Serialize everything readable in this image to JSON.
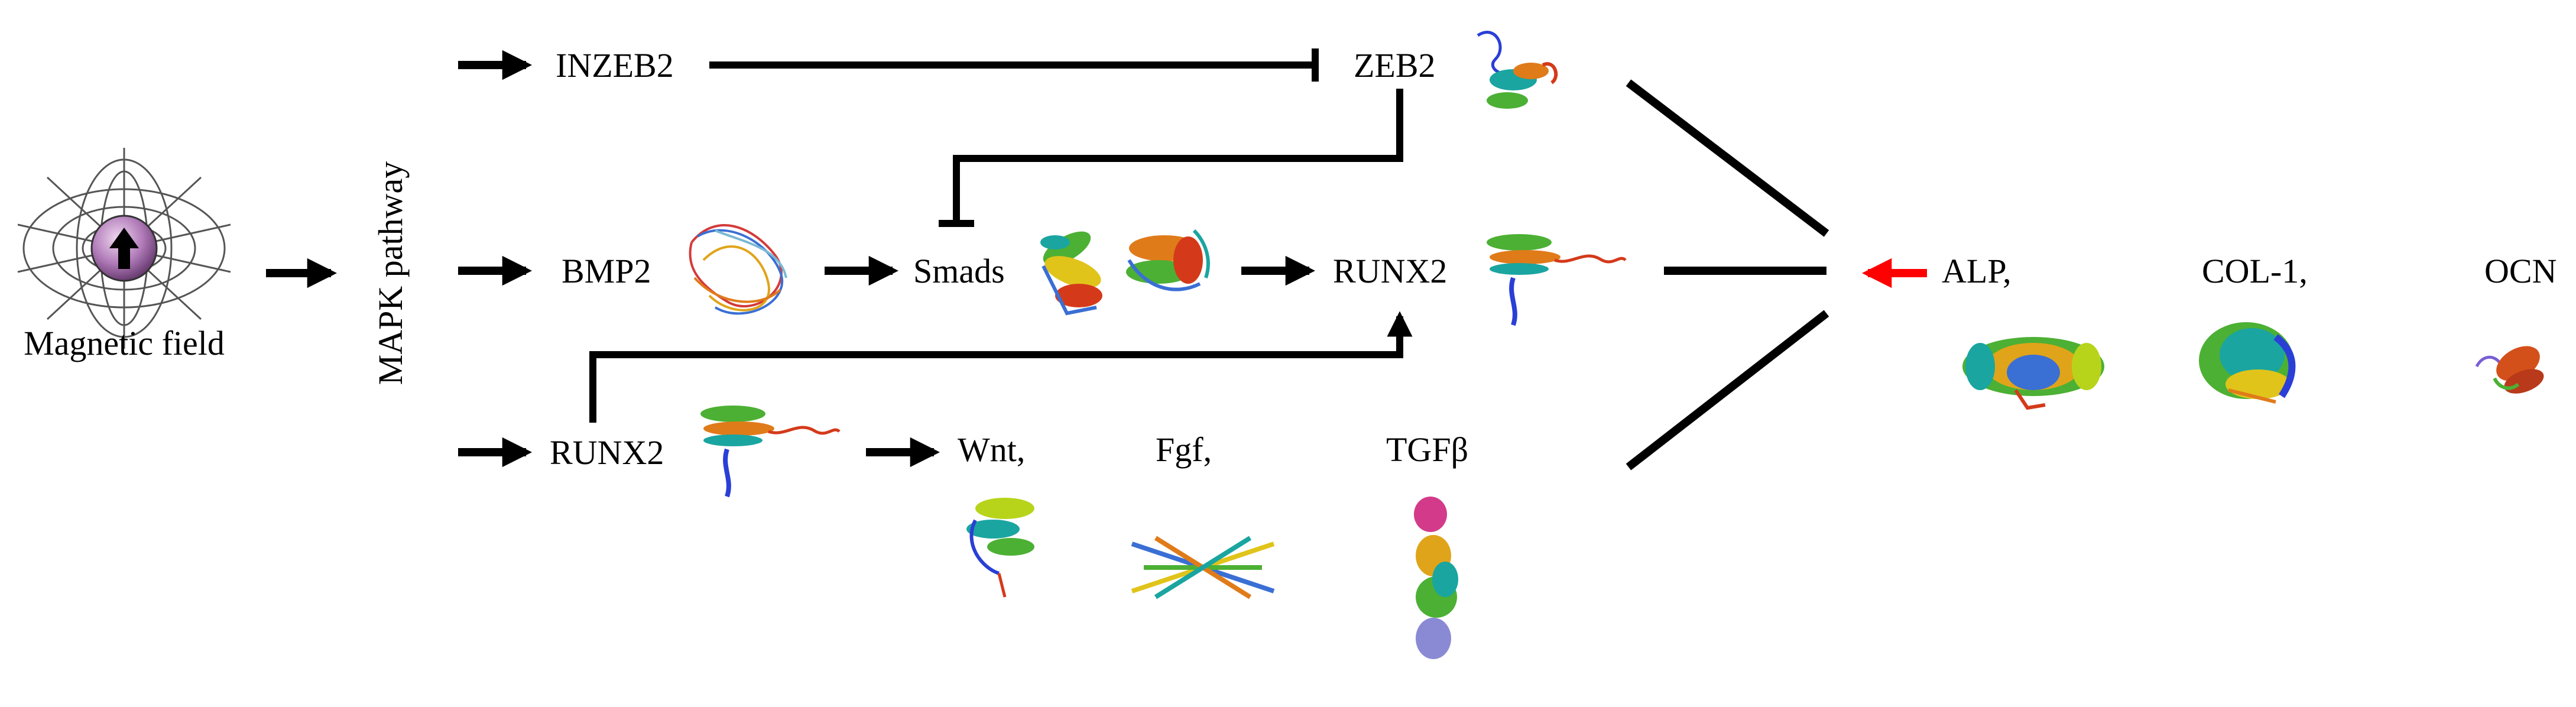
{
  "labels": {
    "magnetic_field": "Magnetic field",
    "mapk": "MAPK pathway",
    "inzeb2": "INZEB2",
    "zeb2": "ZEB2",
    "bmp2": "BMP2",
    "smads": "Smads",
    "runx2_mid": "RUNX2",
    "runx2_low": "RUNX2",
    "wnt": "Wnt,",
    "fgf": "Fgf,",
    "tgfb": "TGFβ",
    "alp": "ALP,",
    "col1": "COL-1,",
    "ocn": "OCN"
  },
  "colors": {
    "arrow": "#000000",
    "highlight_arrow": "#ff0000",
    "magnet_sphere": "#b07ab8",
    "field_lines": "#555555"
  },
  "icons": [
    "magnet-sphere-icon",
    "protein-structure-icon"
  ]
}
